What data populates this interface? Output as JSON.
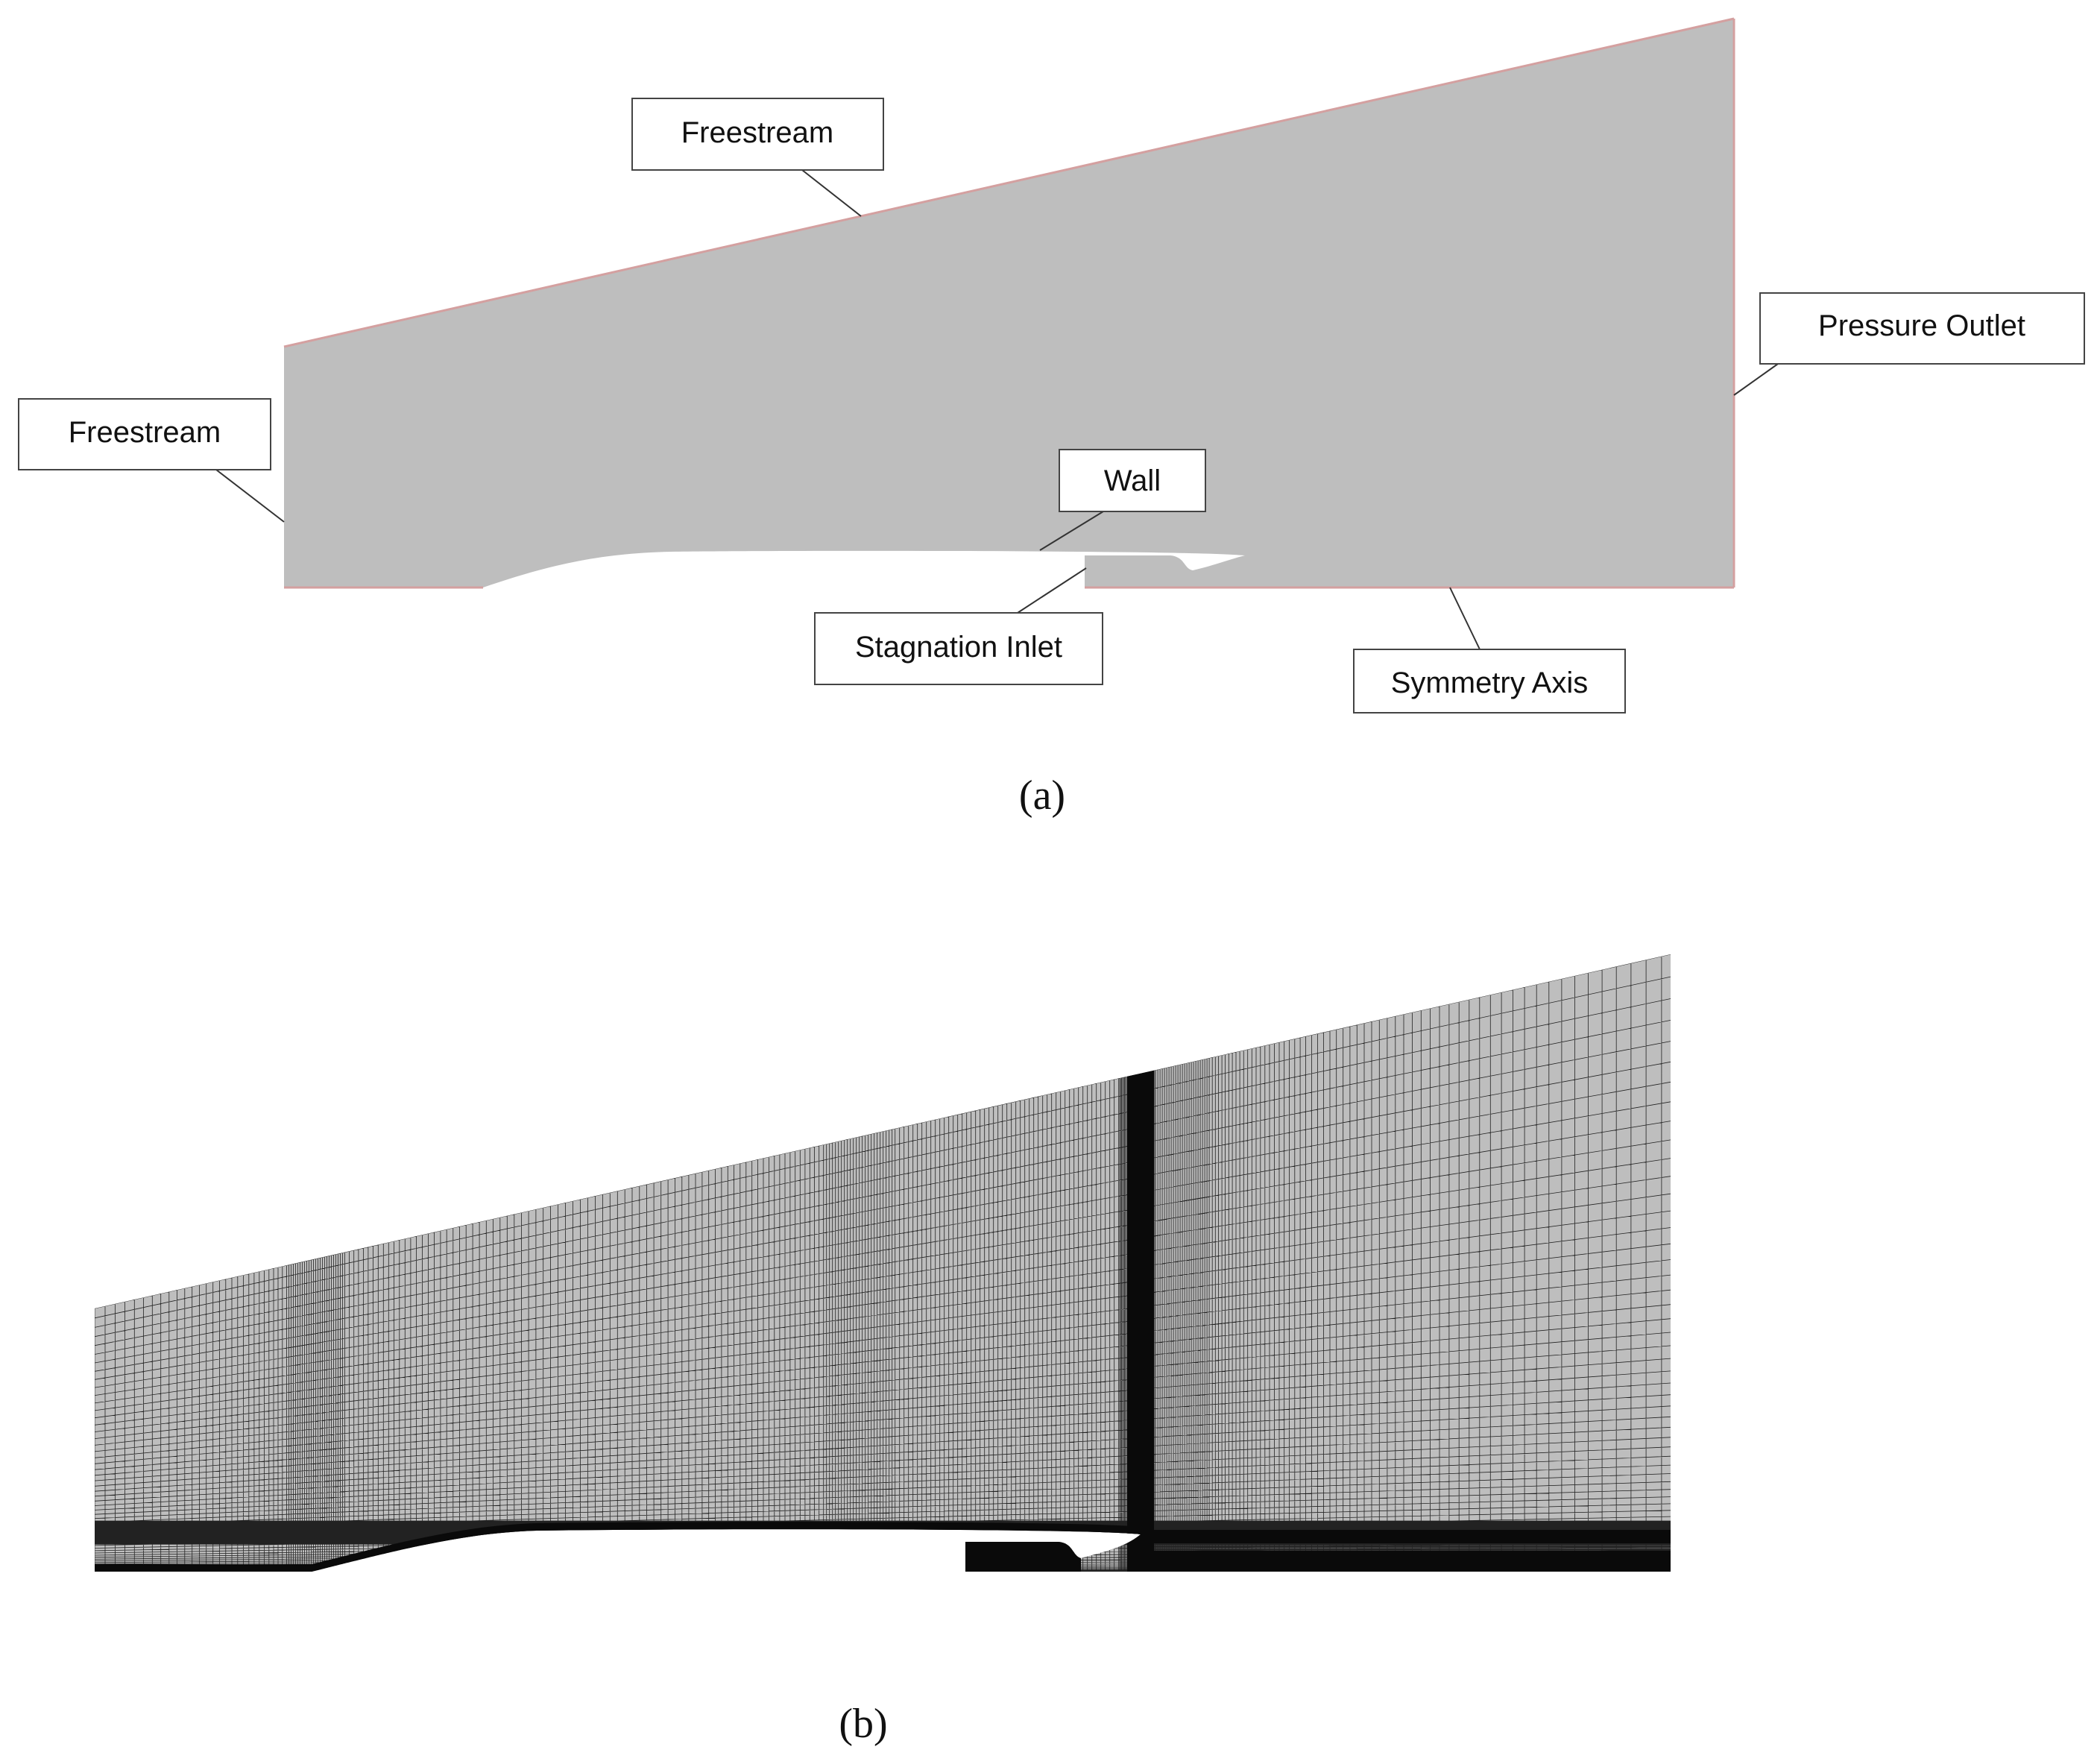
{
  "panel_a": {
    "labels": {
      "freestream_top": "Freestream",
      "freestream_left": "Freestream",
      "pressure_outlet": "Pressure Outlet",
      "wall": "Wall",
      "stagnation_inlet": "Stagnation Inlet",
      "symmetry_axis": "Symmetry Axis"
    },
    "caption": "(a)"
  },
  "panel_b": {
    "caption": "(b)"
  },
  "colors": {
    "domain_fill": "#bebebe",
    "mesh_line": "#222222",
    "label_border": "#444444",
    "leader_line": "#333333",
    "boundary_edge": "#d4a0a0"
  }
}
